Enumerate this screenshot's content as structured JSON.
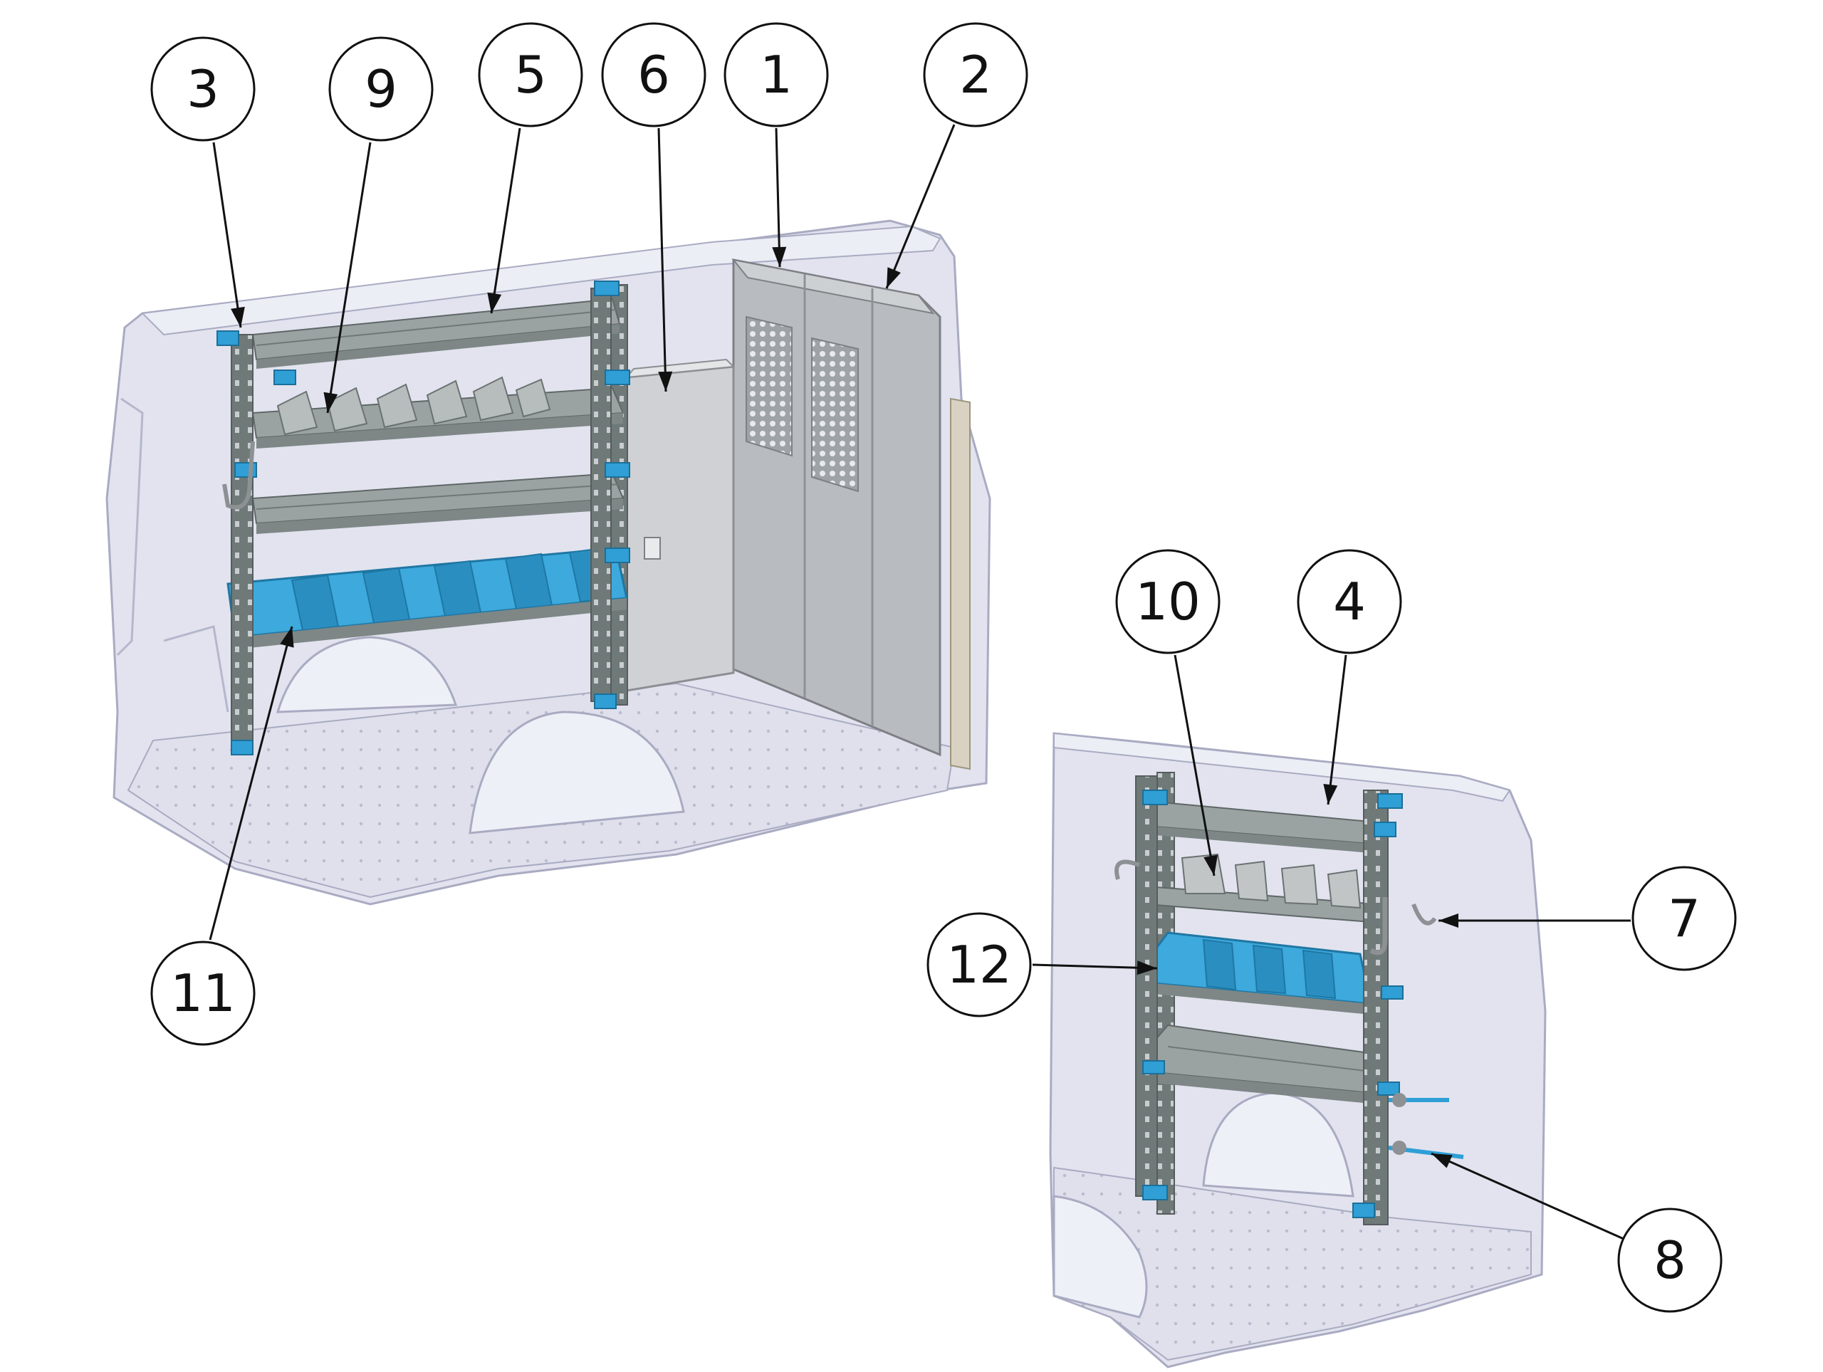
{
  "callouts": [
    {
      "id": "callout-1",
      "label": "1"
    },
    {
      "id": "callout-2",
      "label": "2"
    },
    {
      "id": "callout-3",
      "label": "3"
    },
    {
      "id": "callout-4",
      "label": "4"
    },
    {
      "id": "callout-5",
      "label": "5"
    },
    {
      "id": "callout-6",
      "label": "6"
    },
    {
      "id": "callout-7",
      "label": "7"
    },
    {
      "id": "callout-8",
      "label": "8"
    },
    {
      "id": "callout-9",
      "label": "9"
    },
    {
      "id": "callout-10",
      "label": "10"
    },
    {
      "id": "callout-11",
      "label": "11"
    },
    {
      "id": "callout-12",
      "label": "12"
    }
  ],
  "colors": {
    "van_body": "#e2e3ef",
    "van_outline": "#a9abc2",
    "upright": "#6f7a78",
    "shelf": "#9aa3a2",
    "bin_blue": "#3da9dc",
    "bracket_blue": "#2f9fd6",
    "partition": "#b8bbbf",
    "cabinet": "#cfd1d4"
  }
}
